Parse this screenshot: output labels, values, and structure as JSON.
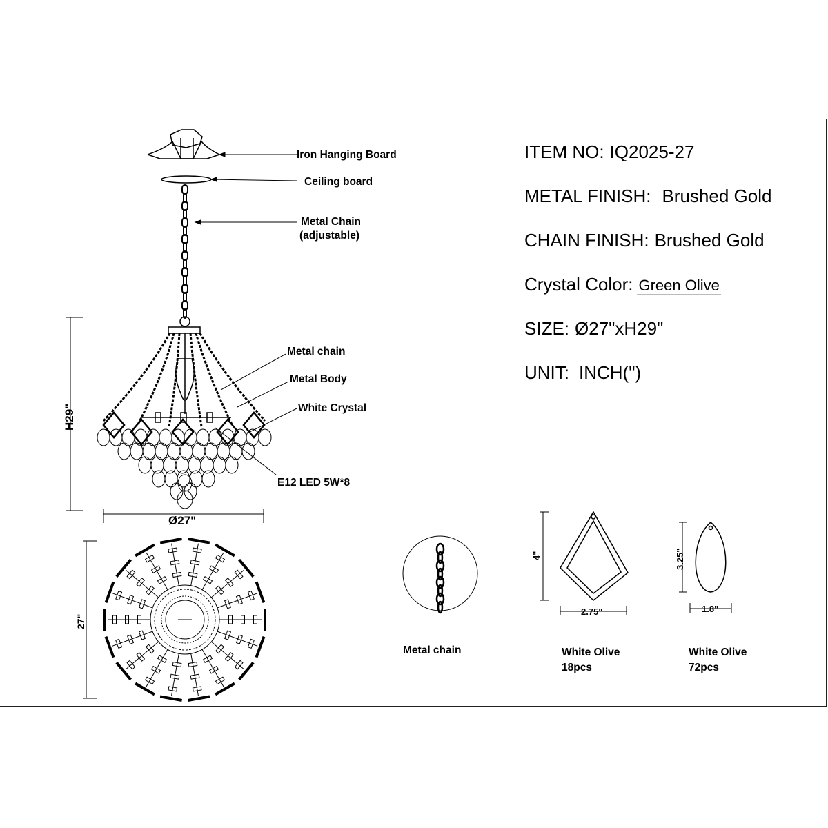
{
  "specs": {
    "item_no": {
      "label": "ITEM NO:",
      "value": "IQ2025-27"
    },
    "metal_finish": {
      "label": "METAL FINISH:",
      "value": "Brushed Gold"
    },
    "chain_finish": {
      "label": "CHAIN FINISH:",
      "value": "Brushed Gold"
    },
    "crystal_color": {
      "label": "Crystal Color:",
      "value": "Green Olive"
    },
    "size": {
      "label": "SIZE:",
      "value": "Ø27\"xH29\""
    },
    "unit": {
      "label": "UNIT:",
      "value": "INCH(\")"
    }
  },
  "callouts": {
    "iron_hanging_board": "Iron Hanging Board",
    "ceiling_board": "Ceiling board",
    "metal_chain_top_1": "Metal Chain",
    "metal_chain_top_2": "(adjustable)",
    "metal_chain": "Metal chain",
    "metal_body": "Metal Body",
    "white_crystal": "White Crystal",
    "bulb": "E12 LED 5W*8"
  },
  "dimensions": {
    "height": "H29\"",
    "diameter": "Ø27\"",
    "top_view": "27\"",
    "diamond_height": "4\"",
    "diamond_width": "2.75\"",
    "drop_height": "3.25\"",
    "drop_width": "1.8\""
  },
  "parts": {
    "chain_label": "Metal chain",
    "diamond_name": "White Olive",
    "diamond_qty": "18pcs",
    "drop_name": "White Olive",
    "drop_qty": "72pcs"
  }
}
